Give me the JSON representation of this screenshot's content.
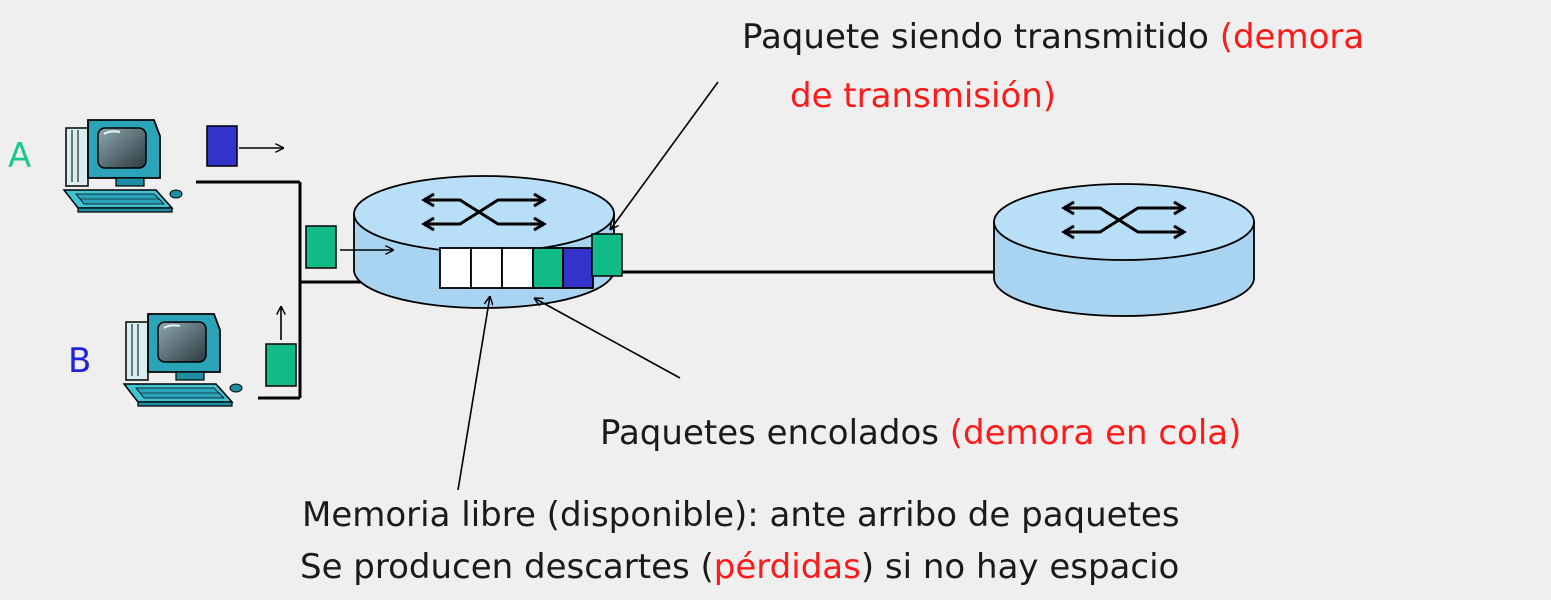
{
  "hosts": {
    "a_label": "A",
    "b_label": "B"
  },
  "labels": {
    "transmitted_main": "Paquete siendo transmitido ",
    "transmitted_red1": "(demora",
    "transmitted_red2": "de transmisión)",
    "queued_main": "Paquetes encolados ",
    "queued_red": "(demora en cola)",
    "free_memory": "Memoria libre (disponible): ante arribo de paquetes",
    "drops_pre": "Se producen descartes (",
    "drops_red": "pérdidas",
    "drops_post": ") si no hay espacio"
  },
  "colors": {
    "background": "#efefef",
    "packet_blue": "#3333cc",
    "packet_green": "#11bb88",
    "router_fill": "#a8d4f2",
    "router_top": "#b9def7",
    "host_a_label": "#17c98a",
    "host_b_label": "#2222dd",
    "highlight_red": "#ff1a1a"
  },
  "icons": [
    "computer-icon-a",
    "computer-icon-b",
    "router-icon-main",
    "router-icon-remote"
  ]
}
